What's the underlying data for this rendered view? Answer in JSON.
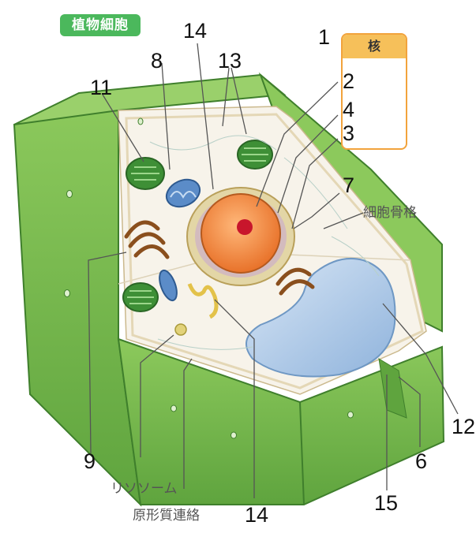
{
  "title": "植物細胞",
  "legend": {
    "header": "核"
  },
  "numbers": {
    "n1": "1",
    "n2": "2",
    "n3": "3",
    "n4": "4",
    "n6": "6",
    "n7": "7",
    "n8": "8",
    "n9": "9",
    "n11": "11",
    "n12": "12",
    "n13": "13",
    "n14_top": "14",
    "n14_bottom": "14",
    "n15": "15"
  },
  "labels": {
    "cytoskeleton": "細胞骨格",
    "lysosome": "リソソーム",
    "plasmodesma": "原形質連絡"
  },
  "colors": {
    "cell_wall": "#7fbf52",
    "cell_wall_dark": "#4f9a3a",
    "cytoplasm": "#f6f2ea",
    "nucleus": "#f08a3c",
    "nucleolus": "#c8162c",
    "vacuole": "#a9c6e6",
    "chloroplast": "#3e8f36",
    "mitochondria": "#3d6fa8",
    "golgi": "#a0632a",
    "title_badge": "#4bb85c",
    "legend_border": "#f2a33c"
  }
}
